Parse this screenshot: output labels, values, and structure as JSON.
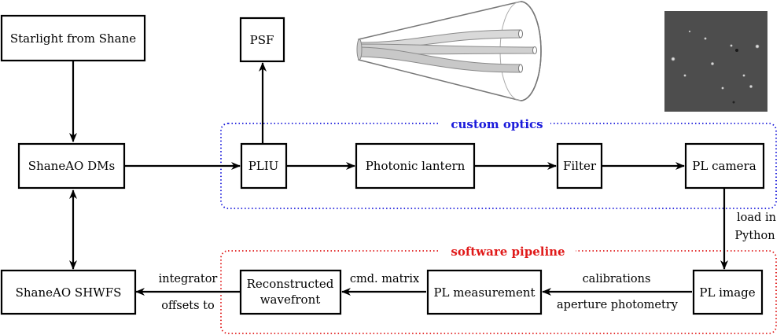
{
  "nodes": {
    "starlight": {
      "label": "Starlight from Shane"
    },
    "psf": {
      "label": "PSF"
    },
    "dms": {
      "label": "ShaneAO DMs"
    },
    "pliu": {
      "label": "PLIU"
    },
    "lantern": {
      "label": "Photonic lantern"
    },
    "filter": {
      "label": "Filter"
    },
    "camera": {
      "label": "PL camera"
    },
    "shwfs": {
      "label": "ShaneAO SHWFS"
    },
    "reconstructed": {
      "line1": "Reconstructed",
      "line2": "wavefront"
    },
    "measurement": {
      "label": "PL measurement"
    },
    "image": {
      "label": "PL image"
    }
  },
  "regions": {
    "custom_optics": {
      "title": "custom optics",
      "color": "#1a1adb"
    },
    "software_pipeline": {
      "title": "software pipeline",
      "color": "#e01a1a"
    }
  },
  "edge_labels": {
    "load_in": "load in",
    "python": "Python",
    "calibrations": "calibrations",
    "aperture_photometry": "aperture photometry",
    "cmd_matrix": "cmd. matrix",
    "integrator": "integrator",
    "offsets_to": "offsets to"
  },
  "illustrations": {
    "lantern_icon": "photonic-lantern-illustration",
    "sensor_image": "pl-camera-frame-image"
  }
}
